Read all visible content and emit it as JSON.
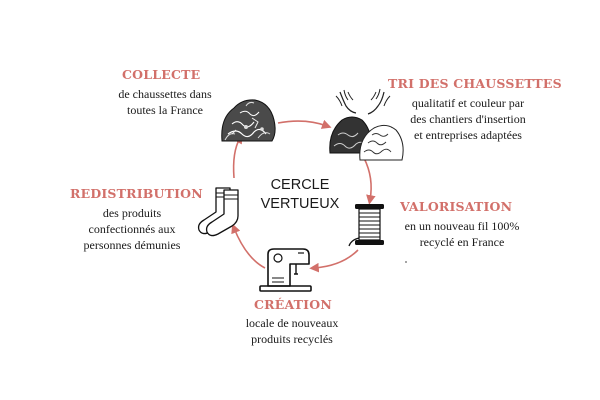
{
  "diagram": {
    "center": {
      "line1": "CERCLE",
      "line2": "VERTUEUX"
    },
    "steps": [
      {
        "title": "COLLECTE",
        "lines": [
          "de chaussettes dans",
          "toutes la France"
        ],
        "icon": "sock-pile-icon"
      },
      {
        "title": "TRI DES CHAUSSETTES",
        "lines": [
          "qualitatif et couleur par",
          "des chantiers d'insertion",
          "et entreprises adaptées"
        ],
        "icon": "sorting-hands-icon"
      },
      {
        "title": "VALORISATION",
        "lines": [
          "en un nouveau fil 100%",
          "recyclé en France"
        ],
        "icon": "thread-spool-icon"
      },
      {
        "title": "CRÉATION",
        "lines": [
          "locale de nouveaux",
          "produits recyclés"
        ],
        "icon": "sewing-machine-icon"
      },
      {
        "title": "REDISTRIBUTION",
        "lines": [
          "des produits",
          "confectionnés aux",
          "personnes démunies"
        ],
        "icon": "socks-icon"
      }
    ],
    "colors": {
      "accent": "#d2706a",
      "text": "#1a1a1a",
      "line": "#222222"
    }
  }
}
